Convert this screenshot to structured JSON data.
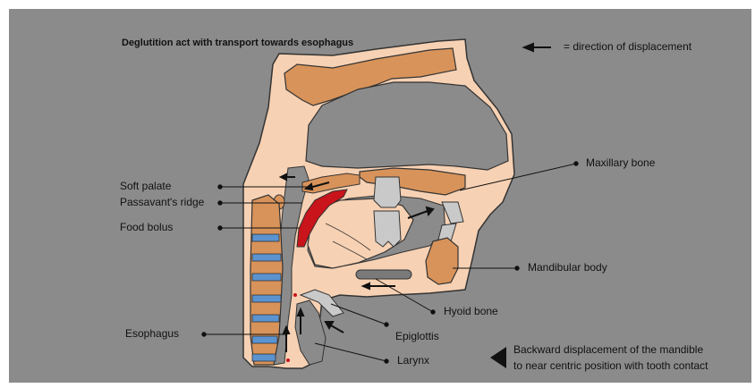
{
  "title": "Deglutition act with transport towards esophagus",
  "legend": {
    "text": "= direction of displacement"
  },
  "labels": {
    "soft_palate": "Soft palate",
    "passavant": "Passavant's ridge",
    "food_bolus": "Food bolus",
    "esophagus": "Esophagus",
    "maxillary": "Maxillary bone",
    "mandibular": "Mandibular body",
    "hyoid": "Hyoid bone",
    "epiglottis": "Epiglottis",
    "larynx": "Larynx"
  },
  "note": {
    "line1": "Backward displacement of the mandible",
    "line2": "to near centric position with tooth contact"
  },
  "colors": {
    "background": "#8b8b8b",
    "skin": "#f7d1b3",
    "bone": "#d8935a",
    "bolus": "#c8141a",
    "vertebra_disc": "#5b93d0",
    "tooth": "#c9c9c9",
    "outline": "#333333"
  }
}
